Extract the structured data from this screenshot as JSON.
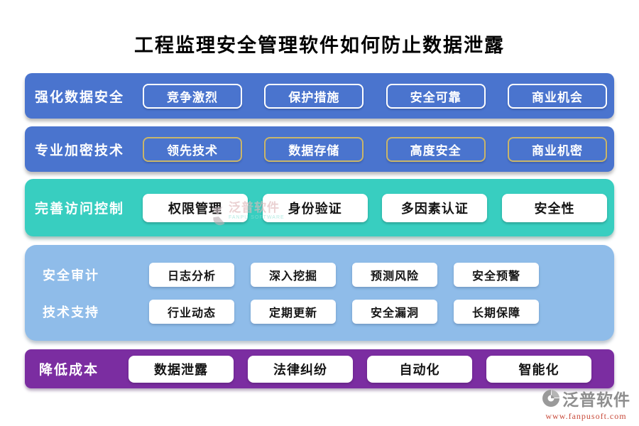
{
  "page": {
    "title": "工程监理安全管理软件如何防止数据泄露"
  },
  "rows": [
    {
      "label": "强化数据安全",
      "buttons": [
        "竞争激烈",
        "保护措施",
        "安全可靠",
        "商业机会"
      ]
    },
    {
      "label": "专业加密技术",
      "buttons": [
        "领先技术",
        "数据存储",
        "高度安全",
        "商业机密"
      ]
    },
    {
      "label": "完善访问控制",
      "buttons": [
        "权限管理",
        "身份验证",
        "多因素认证",
        "安全性"
      ]
    },
    {
      "label": "安全审计",
      "buttons": [
        "日志分析",
        "深入挖掘",
        "预测风险",
        "安全预警"
      ]
    },
    {
      "label": "技术支持",
      "buttons": [
        "行业动态",
        "定期更新",
        "安全漏洞",
        "长期保障"
      ]
    },
    {
      "label": "降低成本",
      "buttons": [
        "数据泄露",
        "法律纠纷",
        "自动化",
        "智能化"
      ]
    }
  ],
  "watermark": {
    "name": "泛普软件",
    "sub": "FANPU SOFTWARE"
  },
  "footer_logo": {
    "name": "泛普软件",
    "url": "www.fanpusoft.com"
  },
  "colors": {
    "band_blue": "#4a74ce",
    "band_teal": "#38cec0",
    "band_light_blue": "#8fbce9",
    "band_purple": "#7b2da1",
    "gold_border": "#c9b56a",
    "logo_url_red": "#c84a3a"
  }
}
